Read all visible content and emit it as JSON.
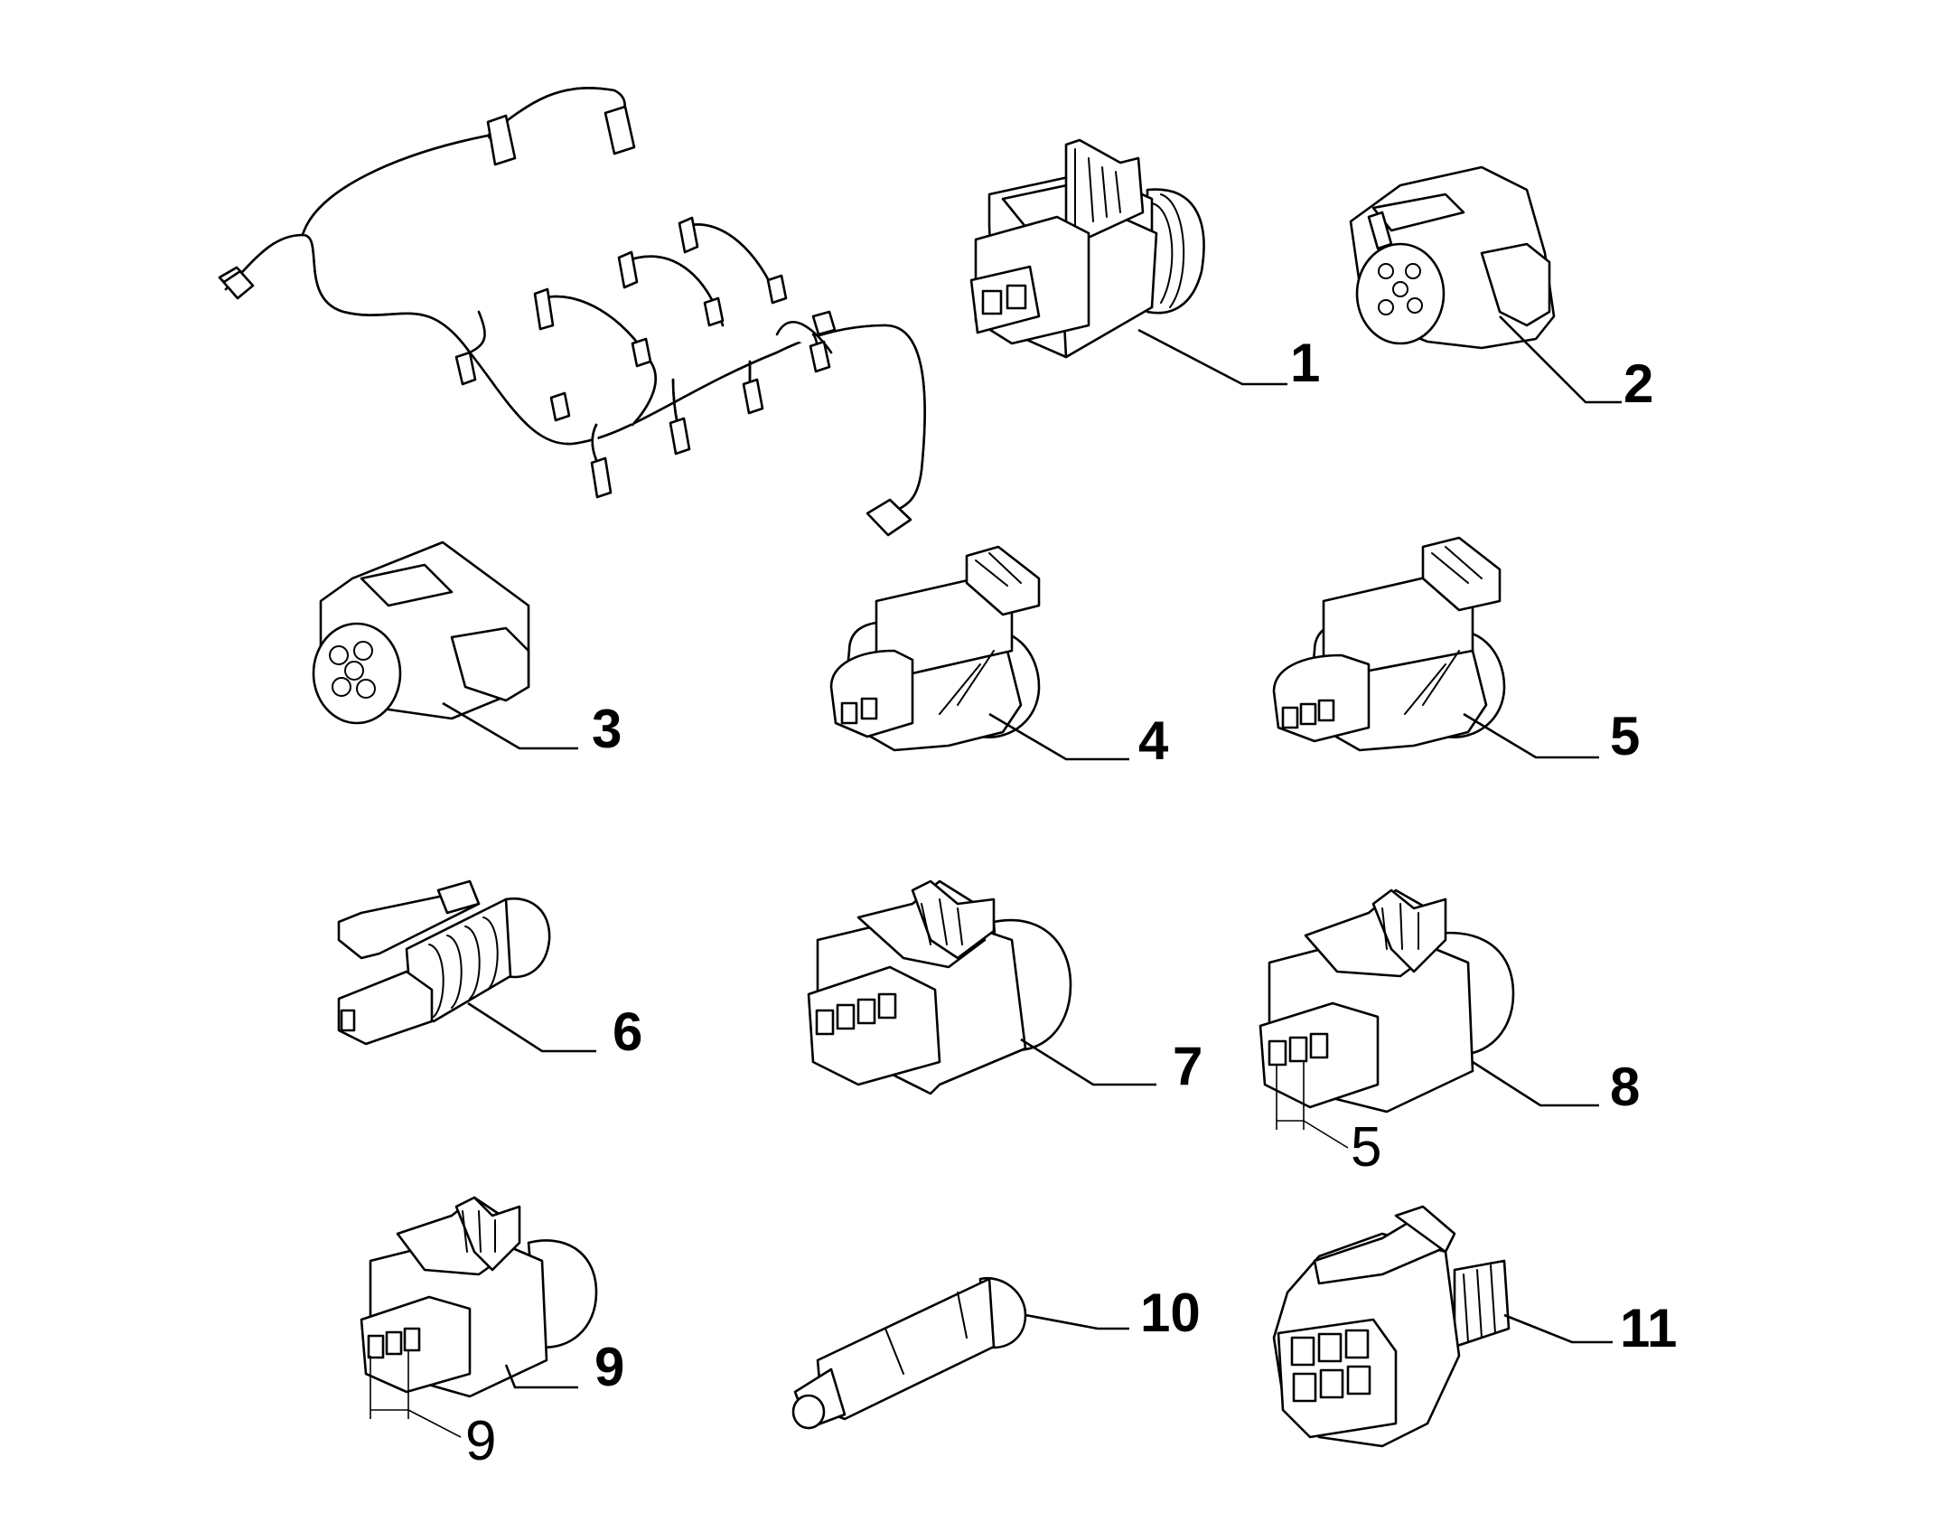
{
  "callouts": {
    "c1": "1",
    "c2": "2",
    "c3": "3",
    "c4": "4",
    "c5": "5",
    "c6": "6",
    "c7": "7",
    "c8": "8",
    "c9": "9",
    "c10": "10",
    "c11": "11"
  },
  "dimensions": {
    "pitch_8": "5",
    "pitch_9": "9"
  }
}
